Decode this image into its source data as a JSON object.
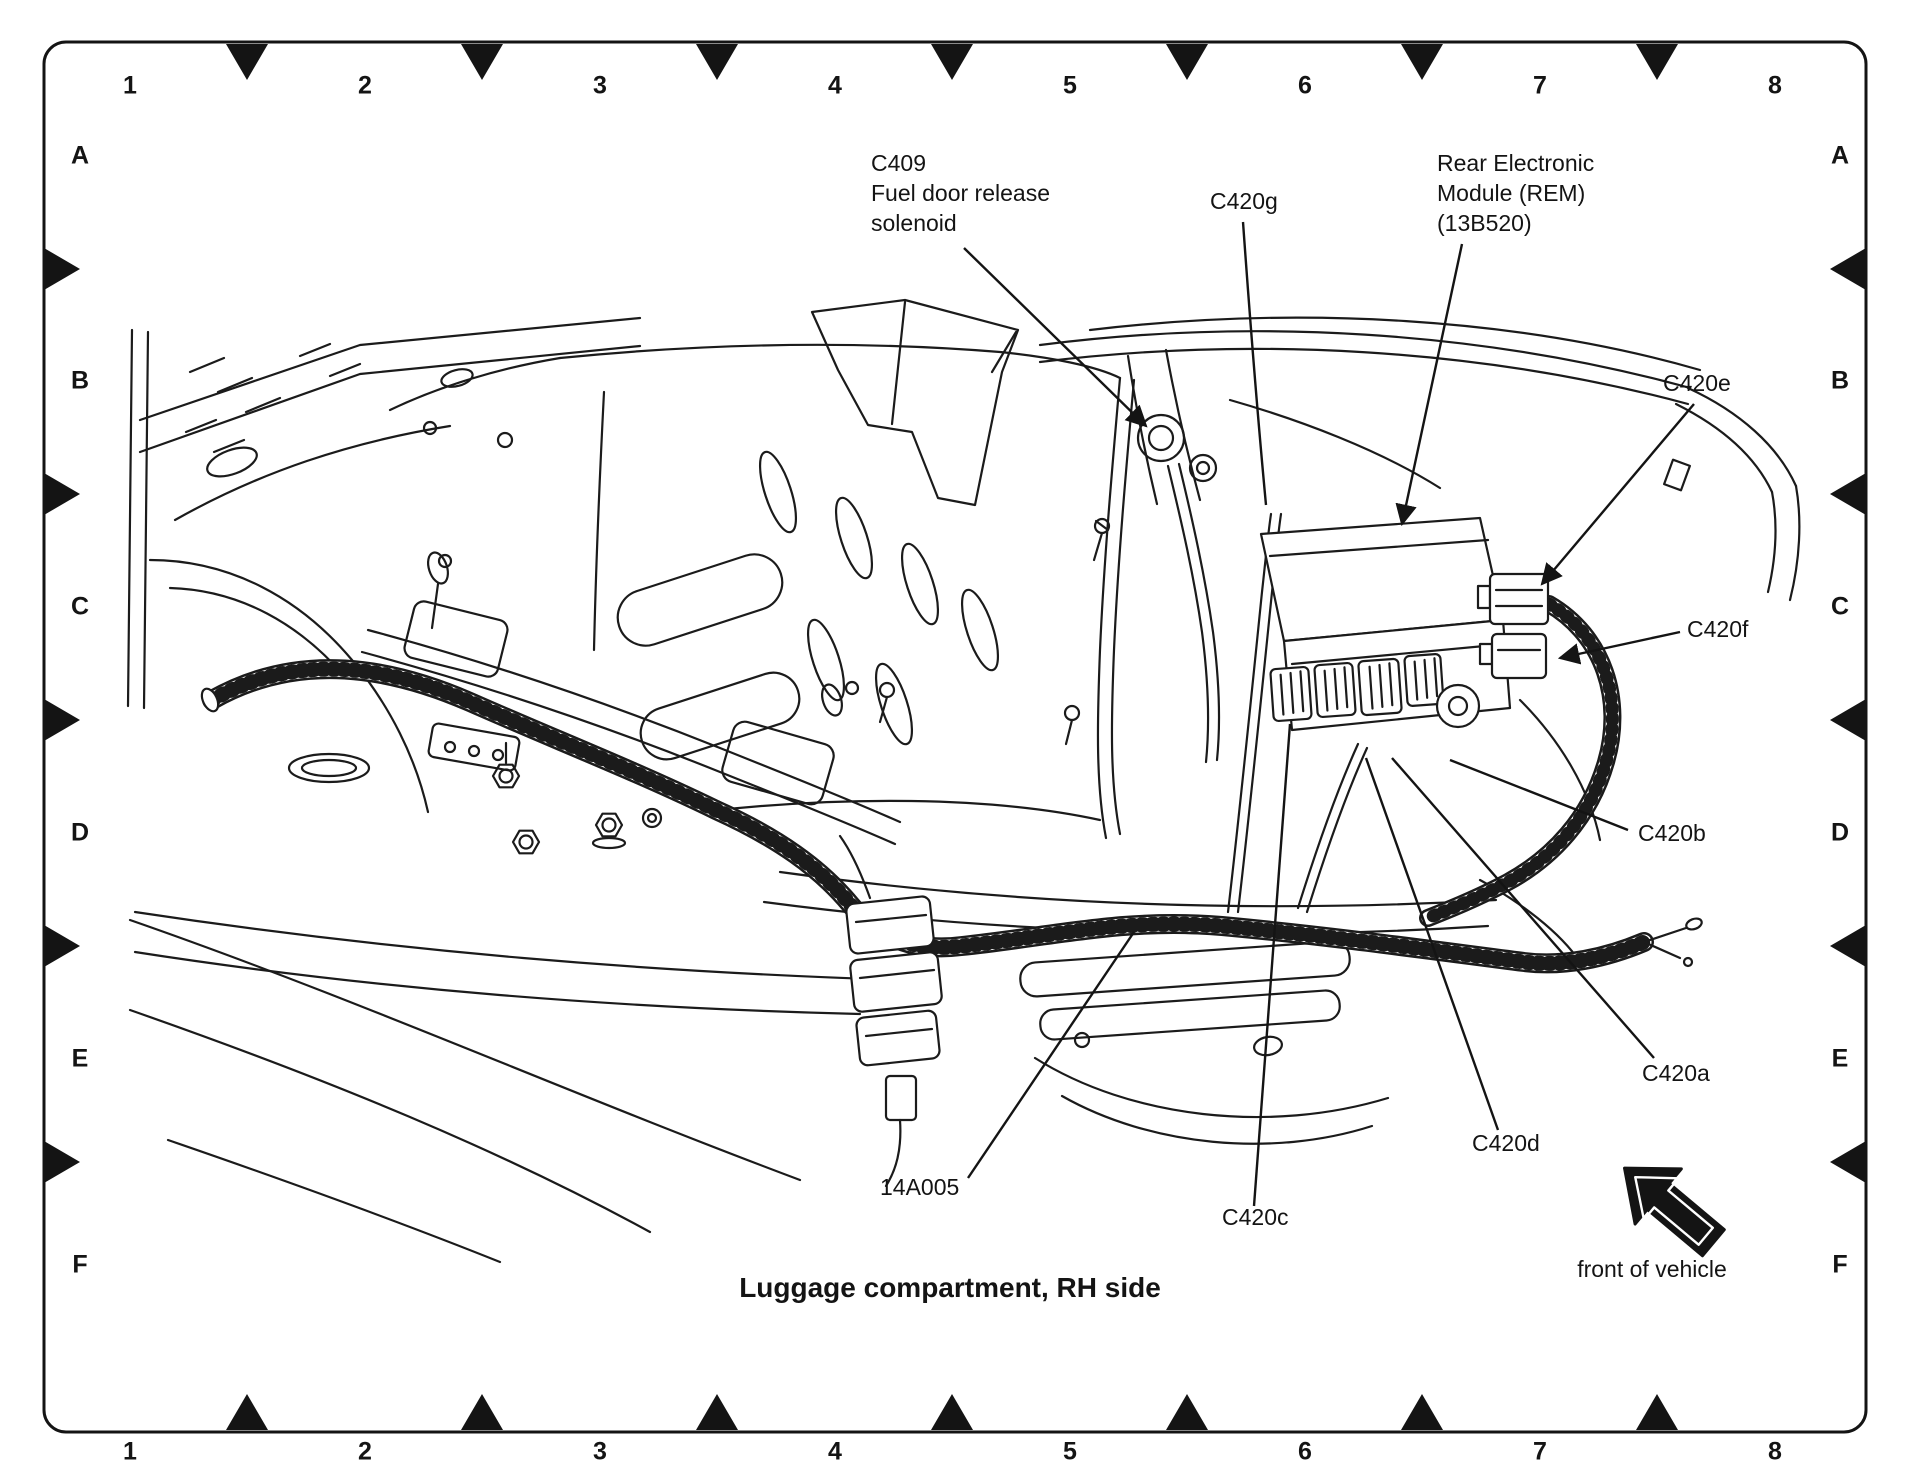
{
  "colors": {
    "ink": "#1a1a1a",
    "paper": "#ffffff"
  },
  "grid": {
    "cols": [
      "1",
      "2",
      "3",
      "4",
      "5",
      "6",
      "7",
      "8"
    ],
    "rows": [
      "A",
      "B",
      "C",
      "D",
      "E",
      "F"
    ]
  },
  "callouts": {
    "c409": {
      "lines": [
        "C409",
        "Fuel door release",
        "solenoid"
      ]
    },
    "c420g": {
      "label": "C420g"
    },
    "rem": {
      "lines": [
        "Rear Electronic",
        "Module (REM)",
        "(13B520)"
      ]
    },
    "c420e": {
      "label": "C420e"
    },
    "c420f": {
      "label": "C420f"
    },
    "c420b": {
      "label": "C420b"
    },
    "c420a": {
      "label": "C420a"
    },
    "c420d": {
      "label": "C420d"
    },
    "c420c": {
      "label": "C420c"
    },
    "harness": {
      "label": "14A005"
    }
  },
  "footer": {
    "caption": "Luggage compartment, RH side",
    "front_of_vehicle": "front of vehicle"
  }
}
